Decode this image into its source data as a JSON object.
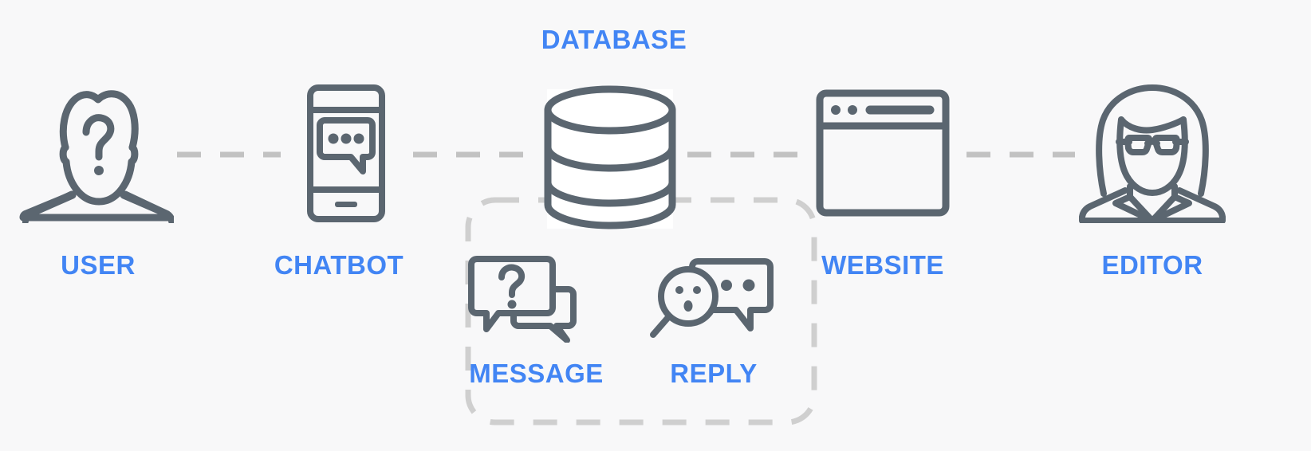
{
  "diagram": {
    "title_label": "DATABASE",
    "background_color": "#f8f8f9",
    "icon_stroke_color": "#5b6670",
    "label_color": "#4285f4",
    "connector_color": "#c2c2c2",
    "group_box_color": "#cfcfcf",
    "nodes": [
      {
        "id": "user",
        "label": "USER",
        "icon": "user-question-icon"
      },
      {
        "id": "chatbot",
        "label": "CHATBOT",
        "icon": "smartphone-chat-icon"
      },
      {
        "id": "database",
        "label": "DATABASE",
        "icon": "database-cylinder-icon"
      },
      {
        "id": "website",
        "label": "WEBSITE",
        "icon": "browser-window-icon"
      },
      {
        "id": "editor",
        "label": "EDITOR",
        "icon": "person-glasses-icon"
      }
    ],
    "group": {
      "items": [
        {
          "id": "message",
          "label": "MESSAGE",
          "icon": "speech-bubbles-question-icon"
        },
        {
          "id": "reply",
          "label": "REPLY",
          "icon": "magnifier-face-bubble-icon"
        }
      ]
    },
    "connectors": [
      {
        "from": "user",
        "to": "chatbot",
        "style": "dashed"
      },
      {
        "from": "chatbot",
        "to": "database",
        "style": "dashed"
      },
      {
        "from": "database",
        "to": "website",
        "style": "dashed"
      },
      {
        "from": "website",
        "to": "editor",
        "style": "dashed"
      }
    ]
  }
}
